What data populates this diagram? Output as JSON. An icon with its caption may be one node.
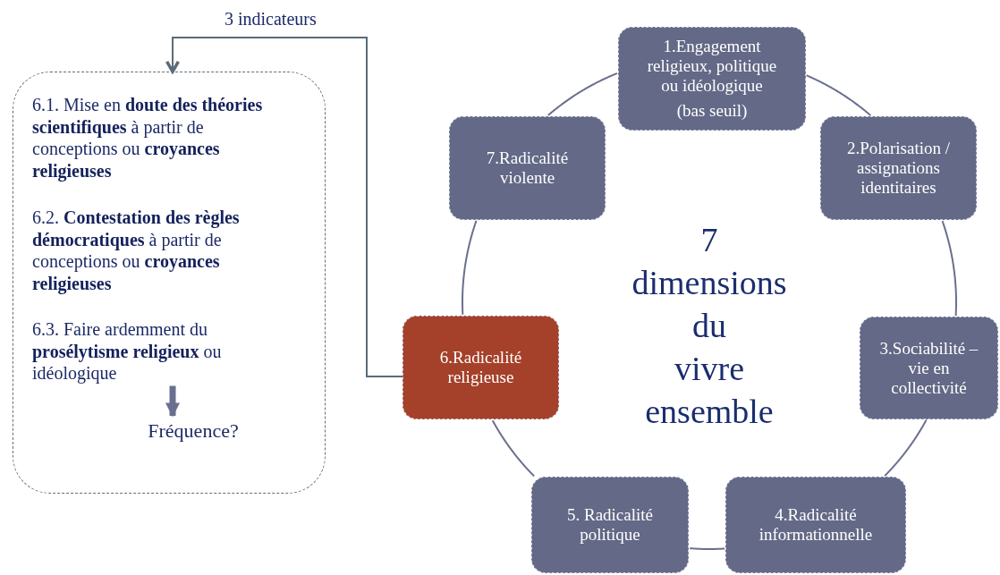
{
  "diagram": {
    "nodes": [
      {
        "text": [
          "1.Engagement religieux, politique ou idéologique",
          "(bas seuil)"
        ]
      },
      {
        "text": [
          "2.Polarisation / assignations identitaires"
        ]
      },
      {
        "text": [
          "3.Sociabilité – vie en collectivité"
        ]
      },
      {
        "text": [
          "4.Radicalité informationnelle"
        ]
      },
      {
        "text": [
          "5. Radicalité politique"
        ]
      },
      {
        "text": [
          "6.Radicalité religieuse"
        ]
      },
      {
        "text": [
          "7.Radicalité violente"
        ]
      },
      {
        "text": [],
        "shape": "box"
      },
      {
        "text": [
          "6.1. Mise en **doute des théories scientifiques** à partir de conceptions ou **croyances religieuses**"
        ],
        "in": 7
      },
      {
        "text": [
          "6.2. **Contestation des règles démocratiques** à partir de conceptions ou **croyances religieuses**"
        ],
        "in": 7
      },
      {
        "text": [
          "6.3. Faire ardemment du **prosélytisme religieux** ou idéologique"
        ],
        "in": 7
      },
      {
        "text": [
          "Fréquence?"
        ],
        "in": 7
      }
    ],
    "edges": [
      {
        "from": 0,
        "to": 1,
        "arrow": "none"
      },
      {
        "from": 1,
        "to": 2,
        "arrow": "none"
      },
      {
        "from": 2,
        "to": 3,
        "arrow": "none"
      },
      {
        "from": 3,
        "to": 4,
        "arrow": "none"
      },
      {
        "from": 4,
        "to": 5,
        "arrow": "none"
      },
      {
        "from": 5,
        "to": 6,
        "arrow": "none"
      },
      {
        "from": 6,
        "to": 0,
        "arrow": "none"
      },
      {
        "from": 5,
        "to": 7,
        "arrow": "to",
        "label": "3 indicateurs",
        "color": "#5b6b78"
      },
      {
        "from": 10,
        "to": 11,
        "arrow": "to",
        "style": "thick"
      }
    ],
    "labels": [
      "7 dimensions du vivre ensemble"
    ]
  }
}
